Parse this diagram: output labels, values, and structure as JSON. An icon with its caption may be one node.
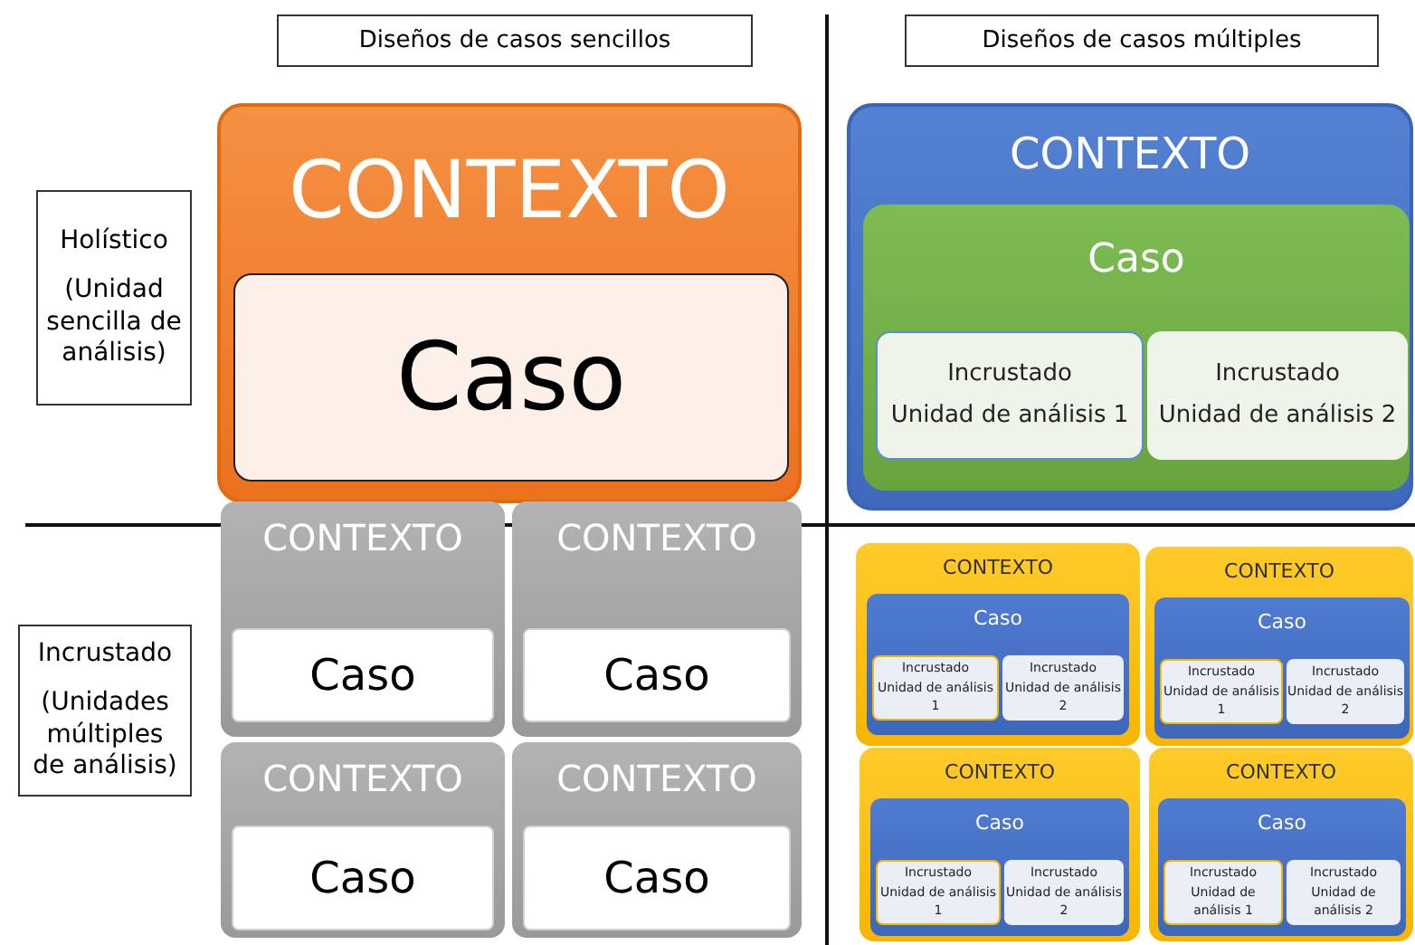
{
  "diagram": {
    "nodes": [
      {
        "text": [
          "Diseños de casos sencillos"
        ]
      },
      {
        "text": [
          "Diseños de casos múltiples"
        ]
      },
      {
        "text": [
          "Holístico",
          "(Unidad sencilla de análisis)"
        ]
      },
      {
        "text": [
          "CONTEXTO"
        ]
      },
      {
        "text": [
          "Caso"
        ],
        "in": 3
      },
      {
        "text": [
          "CONTEXTO"
        ]
      },
      {
        "text": [
          "Caso"
        ],
        "in": 5
      },
      {
        "text": [
          "Incrustado",
          "Unidad de análisis 1"
        ],
        "in": 6
      },
      {
        "text": [
          "Incrustado",
          "Unidad de análisis 2"
        ],
        "in": 6
      },
      {
        "text": [
          "Incrustado",
          "(Unidades múltiples de análisis)"
        ]
      },
      {
        "text": [
          "CONTEXTO"
        ]
      },
      {
        "text": [
          "Caso"
        ],
        "in": 10
      },
      {
        "text": [
          "CONTEXTO"
        ]
      },
      {
        "text": [
          "Caso"
        ],
        "in": 12
      },
      {
        "text": [
          "CONTEXTO"
        ]
      },
      {
        "text": [
          "Caso"
        ],
        "in": 14
      },
      {
        "text": [
          "CONTEXTO"
        ]
      },
      {
        "text": [
          "Caso"
        ],
        "in": 16
      },
      {
        "text": [
          "CONTEXTO"
        ]
      },
      {
        "text": [
          "Caso"
        ],
        "in": 18
      },
      {
        "text": [
          "Incrustado",
          "Unidad de análisis 1"
        ],
        "in": 19
      },
      {
        "text": [
          "Incrustado",
          "Unidad de análisis 2"
        ],
        "in": 19
      },
      {
        "text": [
          "CONTEXTO"
        ]
      },
      {
        "text": [
          "Caso"
        ],
        "in": 22
      },
      {
        "text": [
          "Incrustado",
          "Unidad de análisis 1"
        ],
        "in": 23
      },
      {
        "text": [
          "Incrustado",
          "Unidad de análisis 2"
        ],
        "in": 23
      },
      {
        "text": [
          "CONTEXTO"
        ]
      },
      {
        "text": [
          "Caso"
        ],
        "in": 26
      },
      {
        "text": [
          "Incrustado",
          "Unidad de análisis 1"
        ],
        "in": 27
      },
      {
        "text": [
          "Incrustado",
          "Unidad de análisis 2"
        ],
        "in": 27
      },
      {
        "text": [
          "CONTEXTO"
        ]
      },
      {
        "text": [
          "Caso"
        ],
        "in": 30
      },
      {
        "text": [
          "Incrustado",
          "Unidad de análisis 1"
        ],
        "in": 31
      },
      {
        "text": [
          "Incrustado",
          "Unidad de análisis 2"
        ],
        "in": 31
      }
    ]
  }
}
